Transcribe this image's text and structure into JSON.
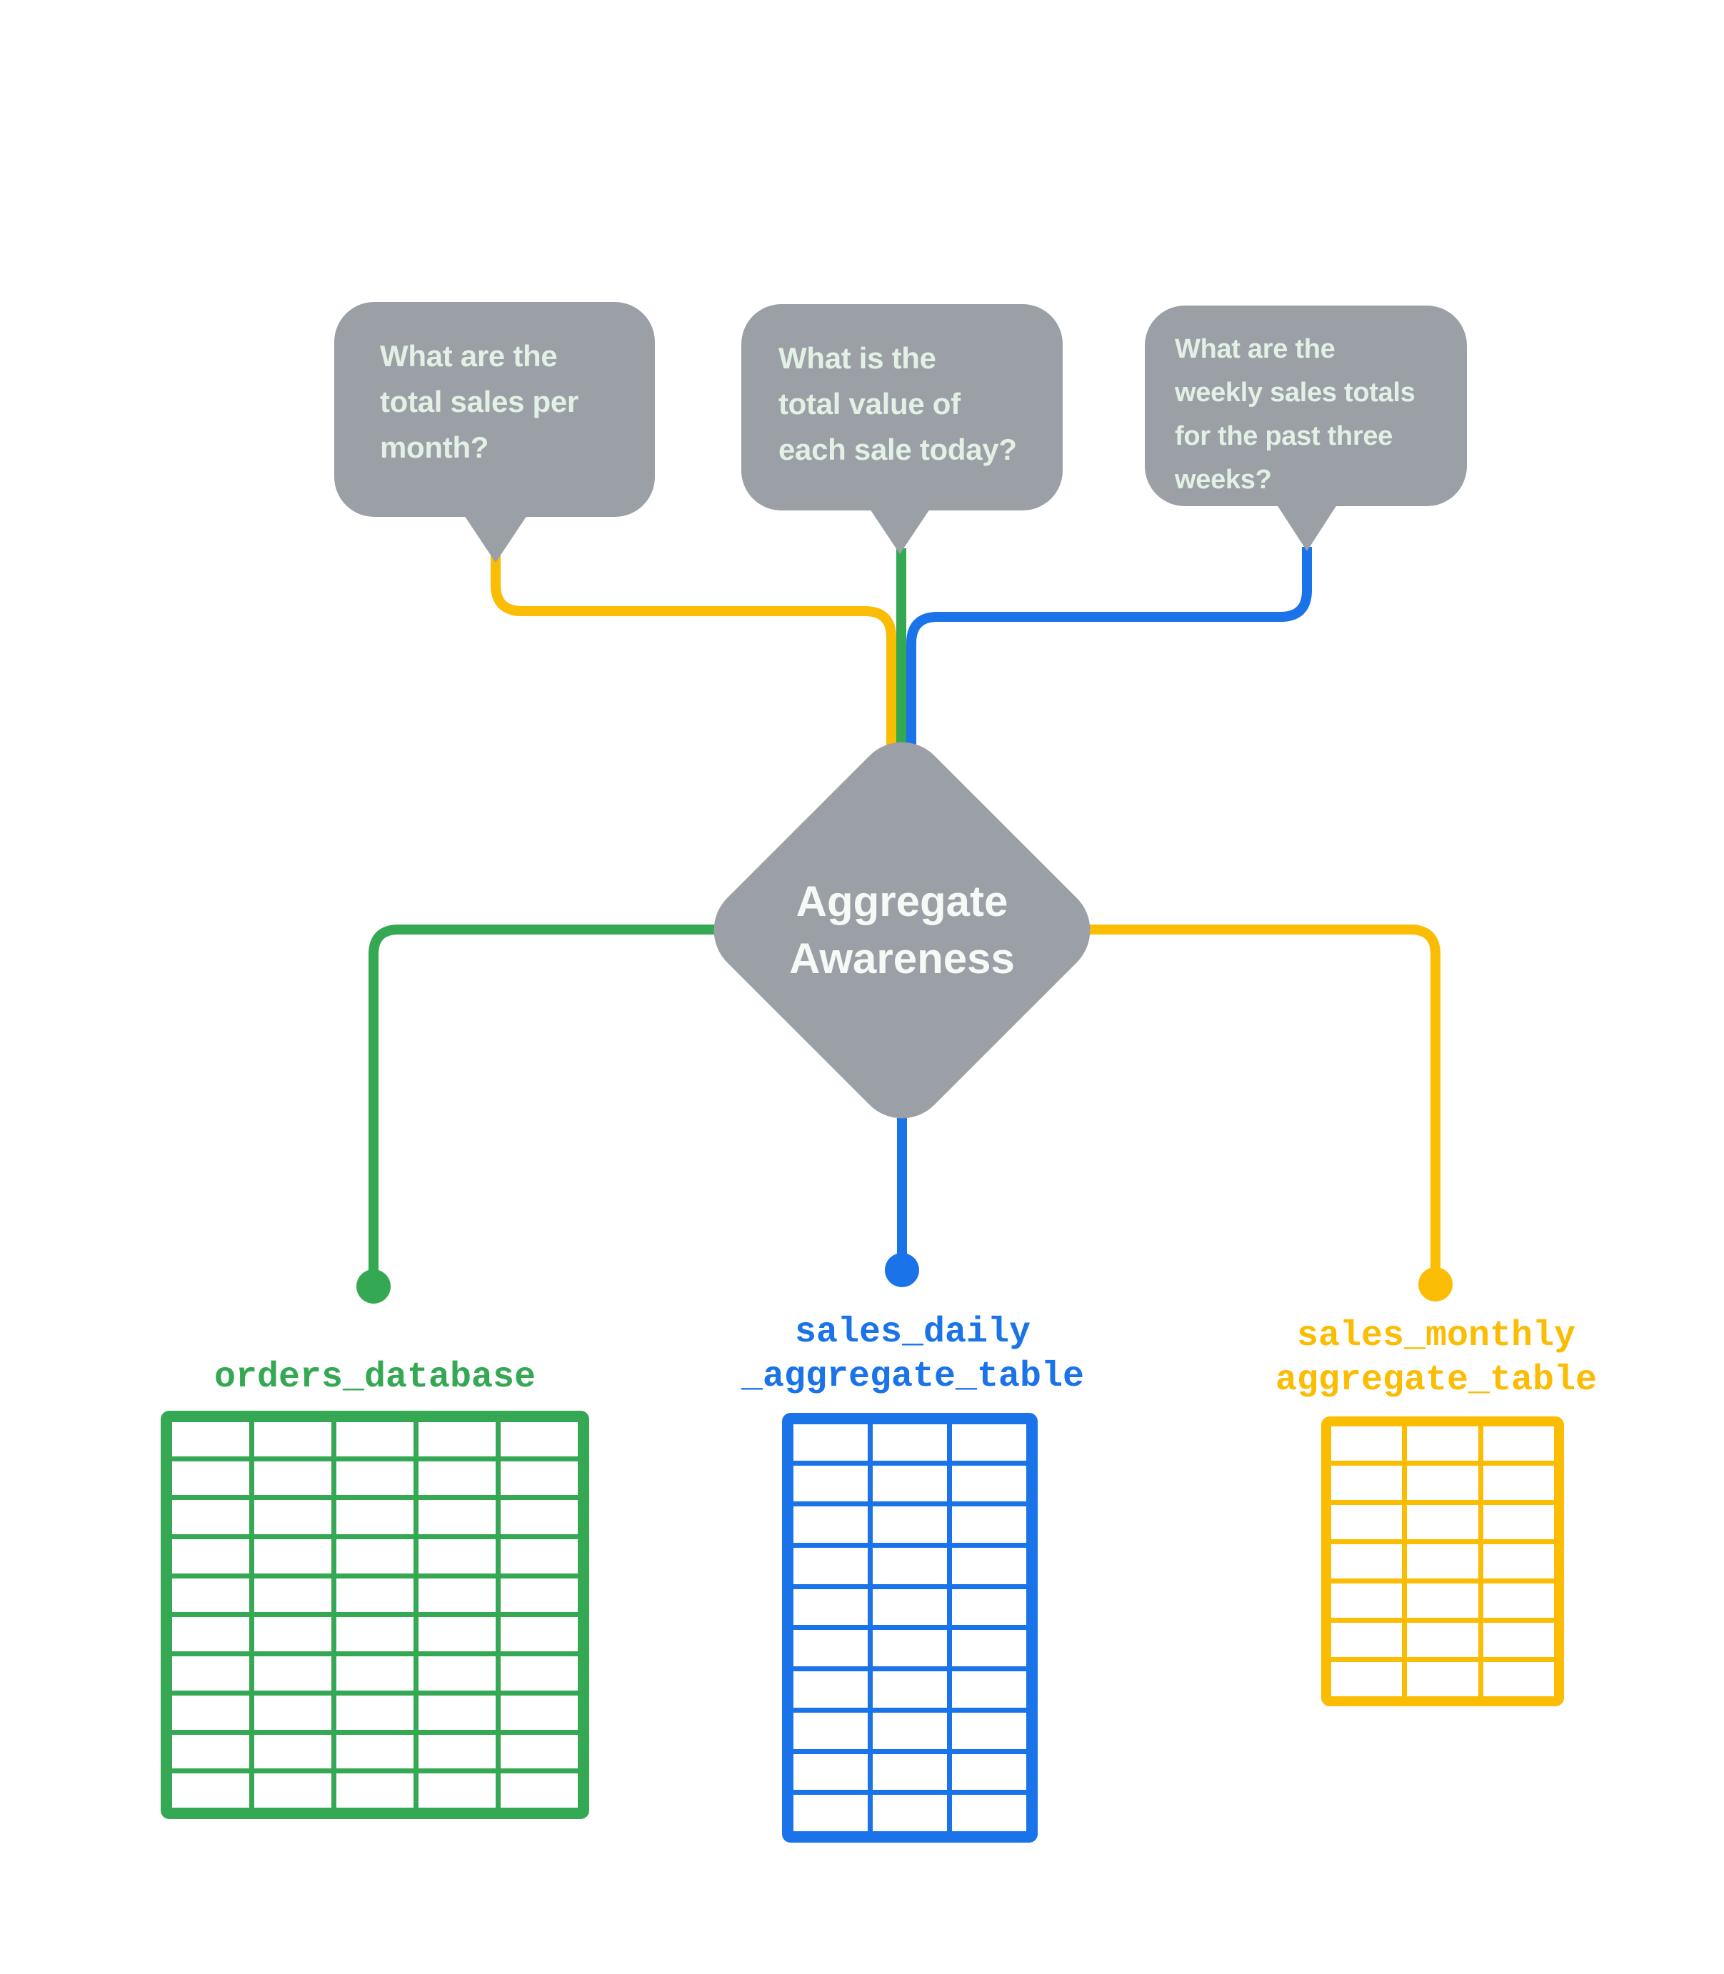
{
  "colors": {
    "gray": "#9AA0A6",
    "green": "#34A853",
    "blue": "#1A73E8",
    "yellow": "#FBBC04",
    "bubble_text": "#E2F0E5",
    "diamond_text": "#F5FAF7",
    "background": "#FFFFFF"
  },
  "bubbles": [
    {
      "text": "What are the\ntotal sales per\nmonth?",
      "connector_color": "yellow"
    },
    {
      "text": "What is the\ntotal value of\neach sale today?",
      "connector_color": "green"
    },
    {
      "text": "What are the\nweekly sales totals\nfor the past three\nweeks?",
      "connector_color": "blue"
    }
  ],
  "diamond": {
    "text": "Aggregate\nAwareness"
  },
  "tables": [
    {
      "label": "orders_database",
      "color": "green",
      "rows": 10,
      "cols": 5
    },
    {
      "label": "sales_daily\n_aggregate_table",
      "color": "blue",
      "rows": 10,
      "cols": 3
    },
    {
      "label": "sales_monthly\naggregate_table",
      "color": "yellow",
      "rows": 7,
      "cols": 3
    }
  ]
}
